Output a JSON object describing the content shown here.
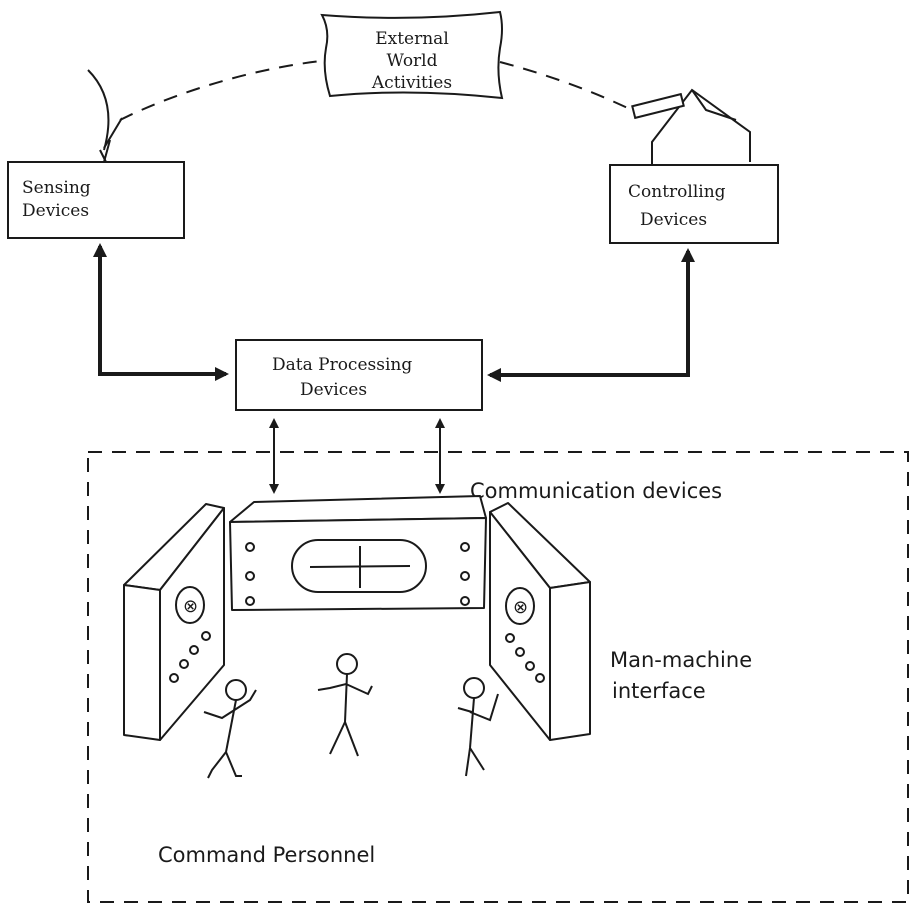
{
  "diagram": {
    "external_world": [
      "External",
      "World",
      "Activities"
    ],
    "sensing_devices": [
      "Sensing",
      "Devices"
    ],
    "controlling_devices": [
      "Controlling",
      "Devices"
    ],
    "data_processing": [
      "Data Processing",
      "Devices"
    ],
    "communication_devices": "Communication devices",
    "man_machine_interface": [
      "Man-machine",
      "interface"
    ],
    "command_personnel": "Command Personnel"
  },
  "colors": {
    "ink": "#1a1a1a",
    "paper": "#ffffff"
  },
  "icons": [
    "antenna-icon",
    "controller-arm-icon",
    "console-icon",
    "stick-figure-icon"
  ]
}
